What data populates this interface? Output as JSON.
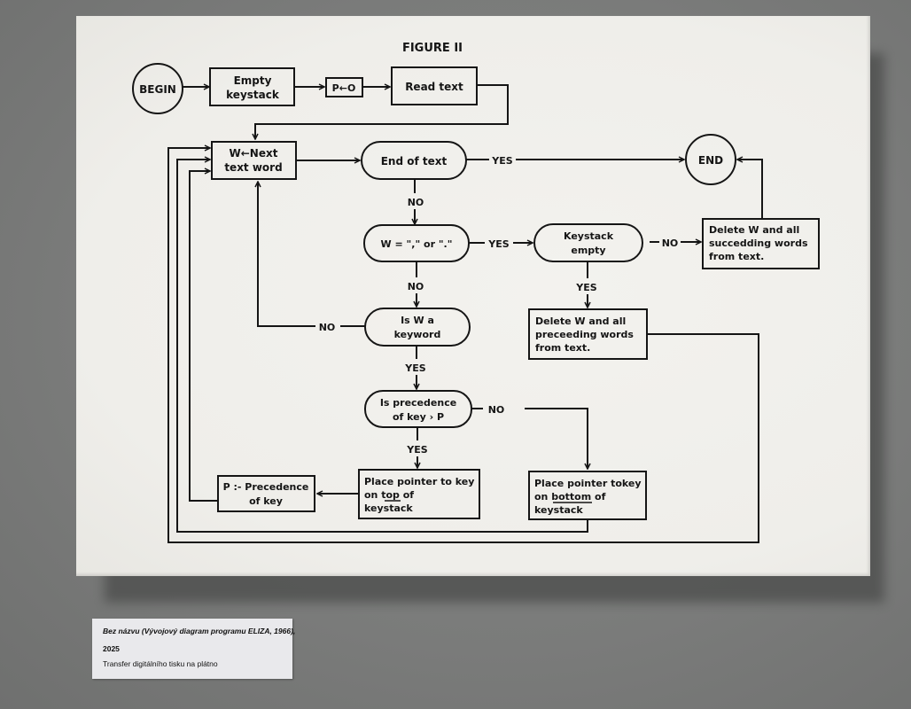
{
  "figure": {
    "title": "FIGURE II",
    "nodes": {
      "begin": "BEGIN",
      "empty_keystack": [
        "Empty",
        "keystack"
      ],
      "p_zero": "P←O",
      "read_text": "Read text",
      "next_word": [
        "W←Next",
        "text word"
      ],
      "end_of_text": "End of text",
      "end": "END",
      "w_punct": "W = \",\" or \".\"",
      "keystack_empty": [
        "Keystack",
        "empty"
      ],
      "delete_succeeding": [
        "Delete W and all",
        "succedding words",
        "from text."
      ],
      "delete_preceding": [
        "Delete W and all",
        "preceeding words",
        "from text."
      ],
      "is_keyword": [
        "Is W a",
        "keyword"
      ],
      "is_precedence": [
        "Is precedence",
        "of key › P"
      ],
      "precedence_assign": [
        "P :- Precedence",
        "of key"
      ],
      "place_top": [
        "Place pointer to key",
        "on top of",
        "keystack"
      ],
      "place_bottom": [
        "Place pointer tokey",
        "on bottom of",
        "keystack"
      ]
    },
    "edge_labels": {
      "yes": "YES",
      "no": "NO"
    },
    "line_color": "#151515",
    "paper_color": "#f1f0ec"
  },
  "wall_label": {
    "title": "Bez názvu (Vývojový diagram programu ELIZA, 1966),",
    "year": "2025",
    "medium": "Transfer digitálního tisku na plátno"
  }
}
